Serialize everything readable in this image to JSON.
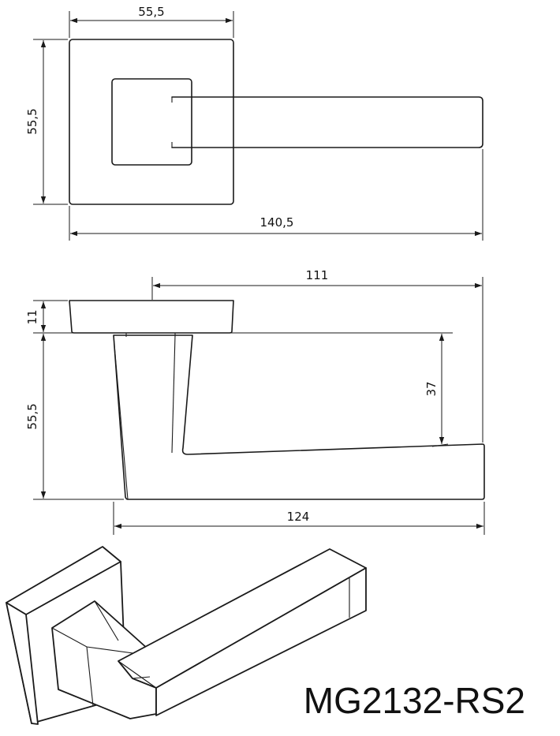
{
  "dimensions": {
    "top_rose_width": "55,5",
    "top_rose_height": "55,5",
    "top_overall_length": "140,5",
    "side_projection": "111",
    "side_rose_thickness": "11",
    "side_height": "55,5",
    "side_lever_offset": "37",
    "side_lever_length": "124"
  },
  "model_name": "MG2132-RS2"
}
